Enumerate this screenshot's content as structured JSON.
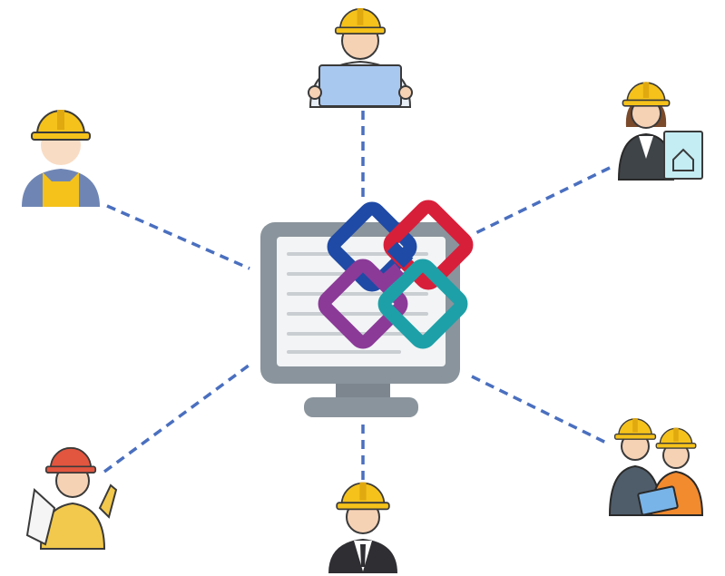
{
  "colors": {
    "connector": "#4a6fbf",
    "monitor_frame": "#8a949c",
    "monitor_screen": "#f2f4f5",
    "screen_lines": "#c9ced2",
    "logo_blue": "#1f4aa6",
    "logo_red": "#d81f3a",
    "logo_purple": "#8b3a98",
    "logo_teal": "#1ea0a8",
    "hard_hat": "#f5c21b",
    "hard_hat_red": "#e2553f",
    "skin": "#f6d2b5"
  },
  "nodes": [
    {
      "id": "top",
      "icon": "worker-with-blueprint-icon"
    },
    {
      "id": "top-right",
      "icon": "female-architect-icon"
    },
    {
      "id": "left",
      "icon": "construction-worker-icon"
    },
    {
      "id": "bottom-right",
      "icon": "engineer-team-icon"
    },
    {
      "id": "bottom",
      "icon": "manager-in-suit-icon"
    },
    {
      "id": "bottom-left",
      "icon": "worker-with-plans-icon"
    }
  ]
}
